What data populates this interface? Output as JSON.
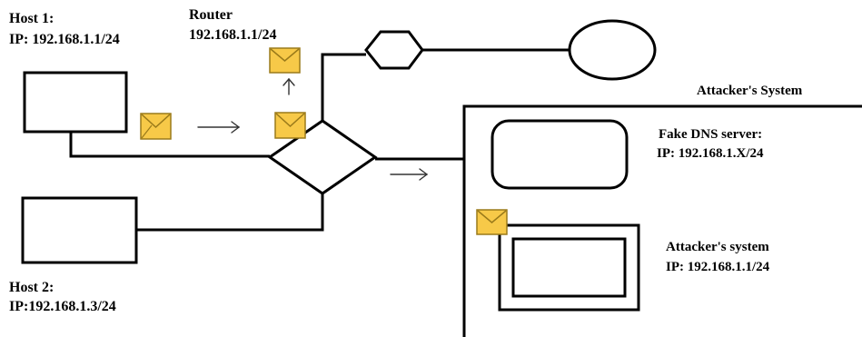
{
  "host1": {
    "name": "Host 1:",
    "ip": "IP: 192.168.1.1/24"
  },
  "router": {
    "name": "Router",
    "ip": "192.168.1.1/24"
  },
  "attacker_region": {
    "title": "Attacker's System"
  },
  "fake_dns": {
    "name": "Fake DNS server:",
    "ip": "IP: 192.168.1.X/24"
  },
  "attacker_system": {
    "name": "Attacker's system",
    "ip": "IP: 192.168.1.1/24"
  },
  "host2": {
    "name": "Host 2:",
    "ip": "IP:192.168.1.3/24"
  },
  "colors": {
    "envelope_fill": "#f7c948",
    "envelope_stroke": "#9a7a1a",
    "line": "#000000"
  },
  "icons": [
    "envelope-icon",
    "arrow-right-icon",
    "arrow-up-icon"
  ]
}
